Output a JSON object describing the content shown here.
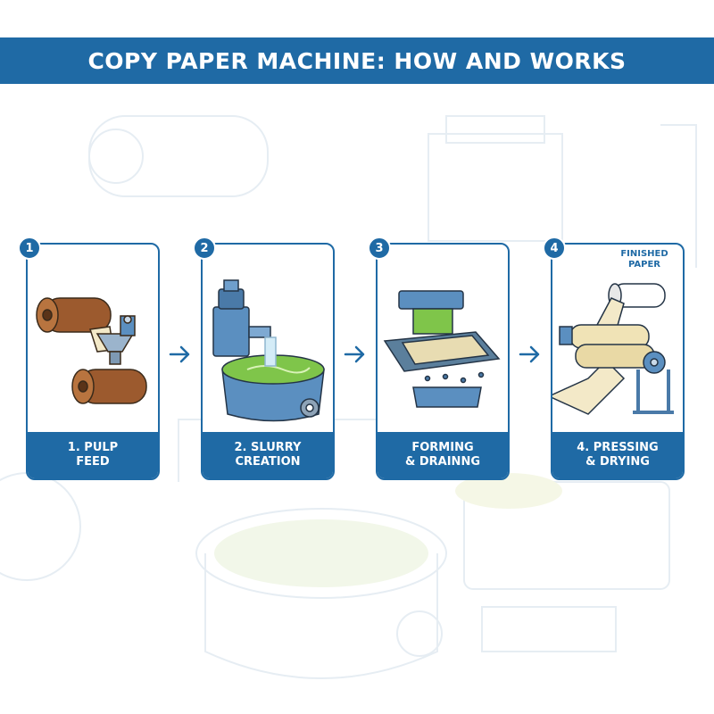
{
  "title": "COPY PAPER MACHINE: HOW AND WORKS",
  "steps": [
    {
      "number": "1",
      "line1": "1. PULP",
      "line2": "FEED"
    },
    {
      "number": "2",
      "line1": "2. SLURRY",
      "line2": "CREATION"
    },
    {
      "number": "3",
      "line1": "FORMING",
      "line2": "& DRAINNG"
    },
    {
      "number": "4",
      "line1": "4. PRESSING",
      "line2": "& DRYING"
    }
  ],
  "finished": {
    "line1": "FINISHED",
    "line2": "PAPER"
  },
  "colors": {
    "accent": "#1f6aa5",
    "roll_brown": "#9c5a2e",
    "slurry_green": "#7fc54a",
    "paper_cream": "#f3e9c8",
    "machine_blue": "#5b8fc0"
  }
}
